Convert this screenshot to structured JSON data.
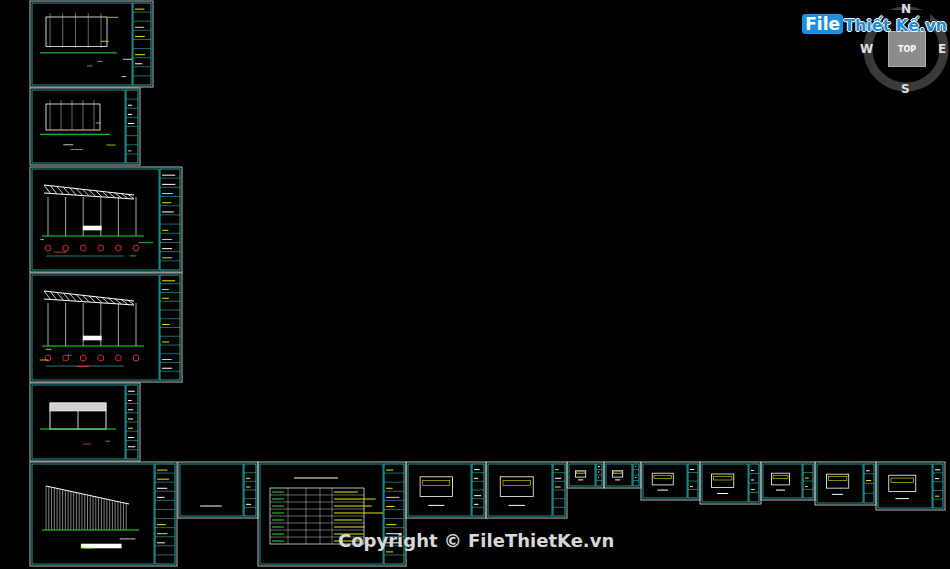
{
  "diagram": {
    "nodes": [
      {
        "text": [
          "TOP"
        ]
      }
    ],
    "labels": [
      "File",
      "Thiết Kế.vn",
      "N",
      "W",
      "E",
      "S",
      "Copyright © FileThietKe.vn"
    ]
  }
}
